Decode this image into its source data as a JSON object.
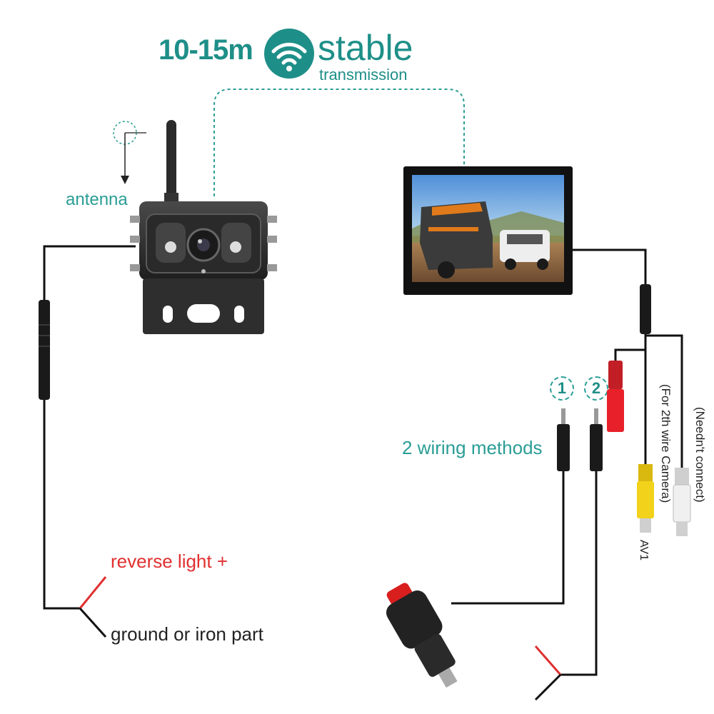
{
  "header": {
    "range": "10-15m",
    "stable": "stable",
    "transmission": "transmission",
    "wifi_icon": "wifi-icon"
  },
  "labels": {
    "antenna": "antenna",
    "wiring_methods": "2 wiring methods",
    "reverse_light": "reverse light +",
    "ground": "ground or iron part",
    "for_2th_camera": "(For 2th wire Camera)",
    "neednt_connect": "(Needn't connect)",
    "av1": "AV1",
    "method_1": "1",
    "method_2": "2"
  },
  "colors": {
    "teal": "#1e8f88",
    "red_wire": "#e03030",
    "rca_red": "#e8202a",
    "rca_yellow": "#f2d21a",
    "rca_white": "#f0f0f0"
  }
}
